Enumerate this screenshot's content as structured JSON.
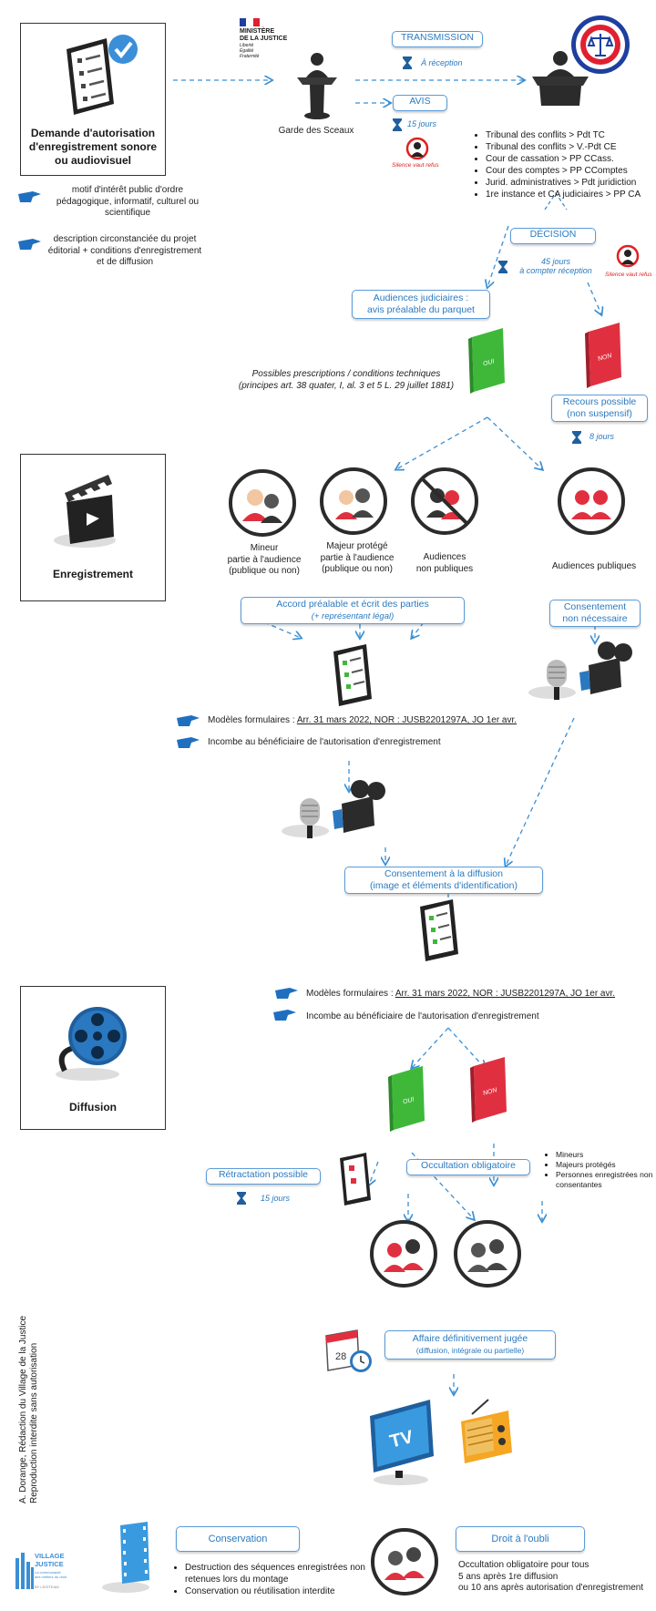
{
  "box_demande": {
    "title": "Demande d'autorisation d'enregistrement sonore ou audiovisuel"
  },
  "box_enregistrement": {
    "title": "Enregistrement"
  },
  "box_diffusion": {
    "title": "Diffusion"
  },
  "ministere": {
    "line1": "MINISTÈRE",
    "line2": "DE LA JUSTICE",
    "motto1": "Liberté",
    "motto2": "Égalité",
    "motto3": "Fraternité"
  },
  "garde_sceaux": "Garde des Sceaux",
  "transmission": {
    "label": "TRANSMISSION",
    "delay": "À réception"
  },
  "avis": {
    "label": "AVIS",
    "delay": "15 jours",
    "silence": "Silence vaut refus"
  },
  "conditions": [
    "motif d'intérêt public d'ordre pédagogique, informatif, culturel ou scientifique",
    "description circonstanciée du projet éditorial + conditions d'enregistrement et de diffusion"
  ],
  "juridictions": [
    "Tribunal des conflits > Pdt TC",
    "Tribunal des conflits > V.-Pdt CE",
    "Cour de cassation > PP CCass.",
    "Cour des comptes > PP CComptes",
    "Jurid. administratives > Pdt juridiction",
    "1re instance et CA judiciaires > PP CA"
  ],
  "decision": {
    "label": "DÉCISION",
    "delay_line1": "45 jours",
    "delay_line2": "à compter réception",
    "silence": "Silence vaut refus"
  },
  "audiences_judiciaires": {
    "line1": "Audiences judiciaires :",
    "line2": "avis préalable du parquet"
  },
  "prescriptions": {
    "line1": "Possibles prescriptions / conditions techniques",
    "line2": "(principes art. 38 quater, I, al. 3 et 5 L. 29 juillet 1881)"
  },
  "oui": "OUI",
  "non": "NON",
  "recours": {
    "line1": "Recours possible",
    "line2": "(non suspensif)",
    "delay": "8 jours"
  },
  "audiences": [
    {
      "line1": "Mineur",
      "line2": "partie à l'audience",
      "line3": "(publique ou non)"
    },
    {
      "line1": "Majeur protégé",
      "line2": "partie à l'audience",
      "line3": "(publique ou non)"
    },
    {
      "line1": "Audiences",
      "line2": "non publiques",
      "line3": ""
    },
    {
      "line1": "Audiences publiques",
      "line2": "",
      "line3": ""
    }
  ],
  "accord": {
    "line1": "Accord préalable et écrit des parties",
    "line2": "(+ représentant légal)"
  },
  "consentement": {
    "line1": "Consentement",
    "line2": "non nécessaire"
  },
  "modeles": {
    "prefix": "Modèles formulaires : ",
    "ref": "Arr. 31 mars 2022, NOR : JUSB2201297A, JO 1er avr."
  },
  "incombe": "Incombe au bénéficiaire de l'autorisation d'enregistrement",
  "consentement_diffusion": {
    "line1": "Consentement à la diffusion",
    "line2": "(image et éléments d'identification)"
  },
  "retractation": {
    "label": "Rétractation possible",
    "delay": "15 jours"
  },
  "occultation": {
    "label": "Occultation obligatoire",
    "items": [
      "Mineurs",
      "Majeurs protégés",
      "Personnes enregistrées non consentantes"
    ]
  },
  "affaire": {
    "line1": "Affaire définitivement jugée",
    "line2": "(diffusion, intégrale ou partielle)"
  },
  "calendar_day": "28",
  "tv": "TV",
  "credit": {
    "line1": "A. Dorange, Rédaction du Village de la Justice",
    "line2": "Reproduction interdite sans autorisation"
  },
  "logo": {
    "line1": "VILLAGE",
    "line2": "JUSTICE",
    "line3": "La communauté des métiers du droit",
    "line4": "BY LEGITEAM"
  },
  "conservation": {
    "label": "Conservation",
    "items": [
      "Destruction des séquences enregistrées non retenues lors du montage",
      "Conservation ou réutilisation  interdite"
    ]
  },
  "oubli": {
    "label": "Droit à l'oubli",
    "line1": "Occultation obligatoire pour tous",
    "line2": "5 ans après 1re diffusion",
    "line3": "ou 10 ans après autorisation d'enregistrement"
  },
  "colors": {
    "accent": "#2a7ac0",
    "green": "#3fb83a",
    "red": "#e03040",
    "dark": "#2b2b2b"
  }
}
